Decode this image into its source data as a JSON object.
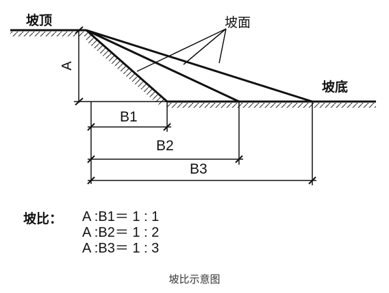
{
  "diagram": {
    "labels": {
      "top": "坡顶",
      "face": "坡面",
      "toe": "坡底",
      "height": "A",
      "b1": "B1",
      "b2": "B2",
      "b3": "B3"
    },
    "ratio_title": "坡比：",
    "ratios": [
      "A :B1＝ 1 : 1",
      "A :B2＝ 1 : 2",
      "A :B3＝ 1 : 3"
    ],
    "caption": "坡比示意图",
    "colors": {
      "ink": "#111111",
      "caption": "#333333",
      "background": "#ffffff"
    }
  }
}
